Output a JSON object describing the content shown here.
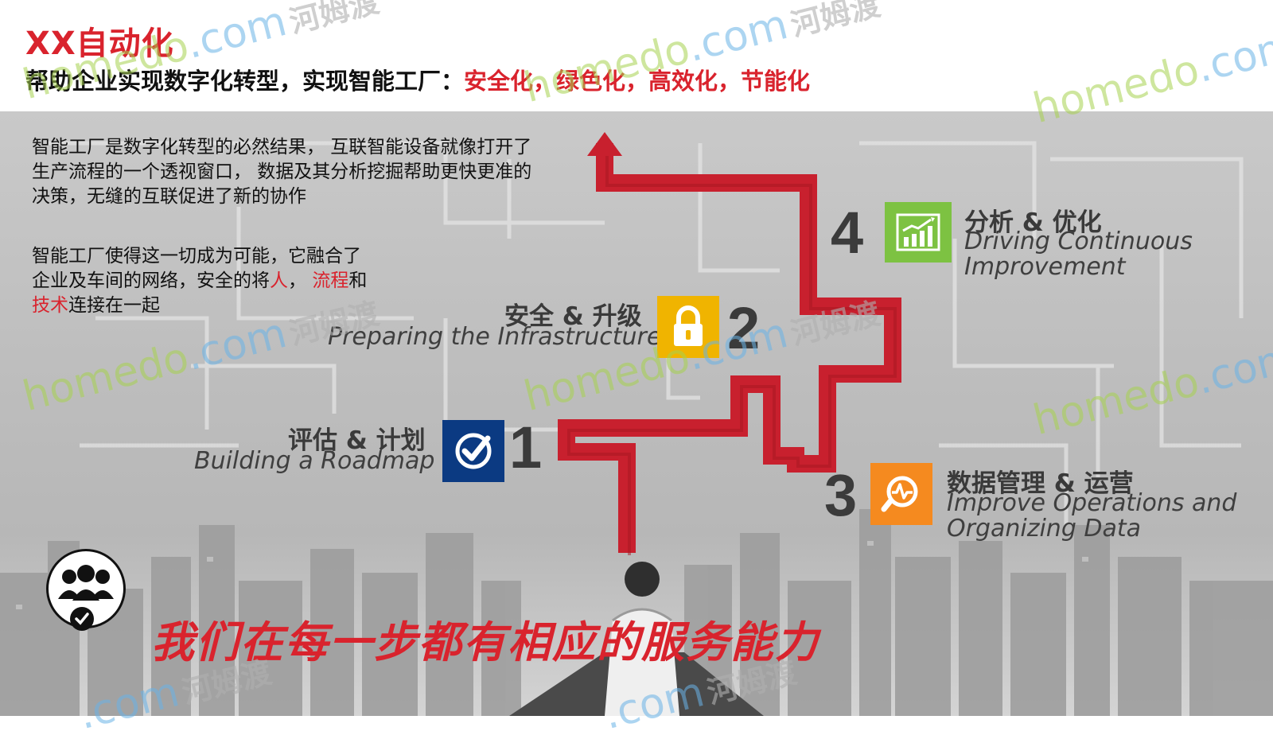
{
  "header": {
    "title": "XX自动化",
    "subtitle_prefix": "帮助企业实现数字化转型，实现智能工厂：",
    "subtitle_highlight": "安全化，绿色化，高效化，节能化"
  },
  "intro": {
    "paragraph1": "智能工厂是数字化转型的必然结果， 互联智能设备就像打开了生产流程的一个透视窗口， 数据及其分析挖掘帮助更快更准的决策，无缝的互联促进了新的协作",
    "paragraph2_start": "智能工厂使得这一切成为可能，它融合了企业及车间的网络，安全的将",
    "p2_person": "人",
    "p2_comma": "， ",
    "p2_process": "流程",
    "p2_and": "和",
    "p2_tech": "技术",
    "p2_end": "连接在一起"
  },
  "steps": [
    {
      "number": "1",
      "title_cn": "评估 & 计划",
      "title_en": "Building a Roadmap",
      "icon": "check-icon",
      "color": "#0b3a82"
    },
    {
      "number": "2",
      "title_cn": "安全 & 升级",
      "title_en": "Preparing the Infrastructure",
      "icon": "lock-icon",
      "color": "#f0b400"
    },
    {
      "number": "3",
      "title_cn": "数据管理 & 运营",
      "title_en_line1": "Improve Operations and",
      "title_en_line2": "Organizing Data",
      "icon": "analytics-icon",
      "color": "#f58a1f"
    },
    {
      "number": "4",
      "title_cn": "分析 & 优化",
      "title_en_line1": "Driving Continuous",
      "title_en_line2": "Improvement",
      "icon": "growth-chart-icon",
      "color": "#7dc242"
    }
  ],
  "slogan": "我们在每一步都有相应的服务能力",
  "watermark": {
    "en": "homedo",
    "dot": ".com",
    "cn": "河姆渡"
  },
  "colors": {
    "accent": "#d9232d",
    "path": "#c8202e"
  }
}
